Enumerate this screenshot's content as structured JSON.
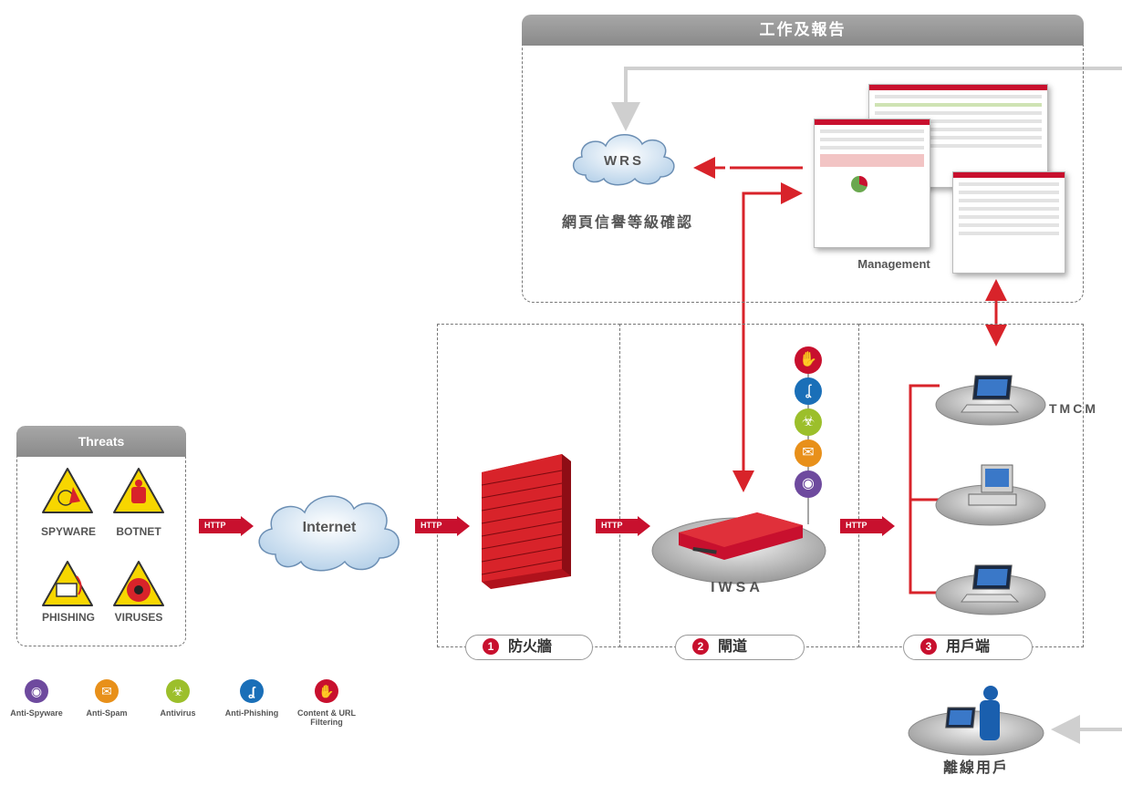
{
  "report_section": {
    "title": "工作及報告"
  },
  "wrs": {
    "label": "WRS",
    "caption": "網頁信譽等級確認"
  },
  "management": {
    "label": "Management"
  },
  "threats": {
    "title": "Threats",
    "items": [
      "SPYWARE",
      "BOTNET",
      "PHISHING",
      "VIRUSES"
    ]
  },
  "internet": {
    "label": "Internet"
  },
  "http_label": "HTTP",
  "iwsa": {
    "label": "IWSA"
  },
  "tmcm": {
    "label": "TMCM"
  },
  "offline": {
    "label": "離線用戶"
  },
  "zones": [
    {
      "number": "1",
      "label": "防火牆"
    },
    {
      "number": "2",
      "label": "閘道"
    },
    {
      "number": "3",
      "label": "用戶端"
    }
  ],
  "legend": [
    {
      "label": "Anti-Spyware",
      "color": "#6e4a9e",
      "icon": "eye-icon"
    },
    {
      "label": "Anti-Spam",
      "color": "#e8901a",
      "icon": "envelope-icon"
    },
    {
      "label": "Antivirus",
      "color": "#9cbf2b",
      "icon": "biohazard-icon"
    },
    {
      "label": "Anti-Phishing",
      "color": "#1a6fb8",
      "icon": "hook-icon"
    },
    {
      "label": "Content & URL Filtering",
      "color": "#c8102e",
      "icon": "hand-icon"
    }
  ]
}
